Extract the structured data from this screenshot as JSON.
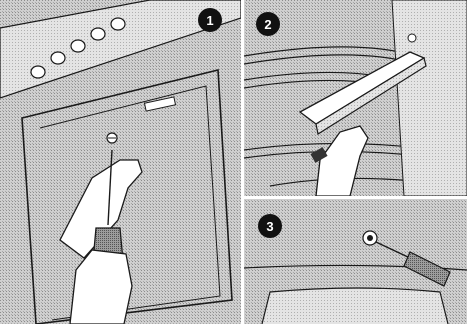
{
  "panels": [
    {
      "id": "panel-1",
      "step_label": "1"
    },
    {
      "id": "panel-2",
      "step_label": "2"
    },
    {
      "id": "panel-3",
      "step_label": "3"
    }
  ],
  "colors": {
    "line": "#1a1a1a",
    "dither_light": "#d0d0d0",
    "dither_dark": "#9a9a9a",
    "badge": "#111111",
    "badge_text": "#ffffff",
    "divider": "#ffffff"
  }
}
